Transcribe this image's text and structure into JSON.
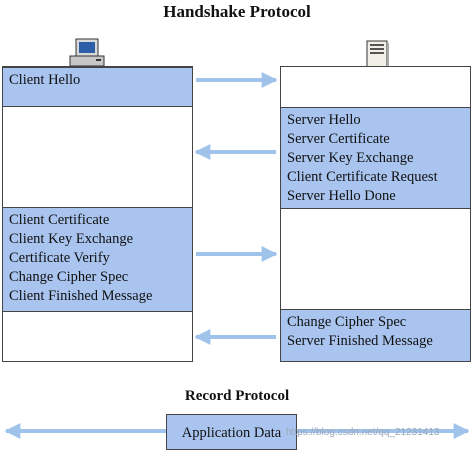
{
  "handshake_title": "Handshake Protocol",
  "record_title": "Record Protocol",
  "client": {
    "icon": "computer-icon",
    "hello": [
      "Client Hello"
    ],
    "key_exchange": [
      "Client Certificate",
      "Client Key Exchange",
      "Certificate Verify",
      "Change Cipher Spec",
      "Client Finished Message"
    ]
  },
  "server": {
    "icon": "server-icon",
    "hello": [
      "Server Hello",
      "Server Certificate",
      "Server Key Exchange",
      "Client Certificate Request",
      "Server Hello Done"
    ],
    "finish": [
      "Change Cipher Spec",
      "Server Finished Message"
    ]
  },
  "application_data": "Application Data",
  "watermark": "https://blog.csdn.net/qq_21231413",
  "colors": {
    "block_fill": "#a9c4ee",
    "arrow": "#9fc3ea",
    "border": "#444444"
  }
}
